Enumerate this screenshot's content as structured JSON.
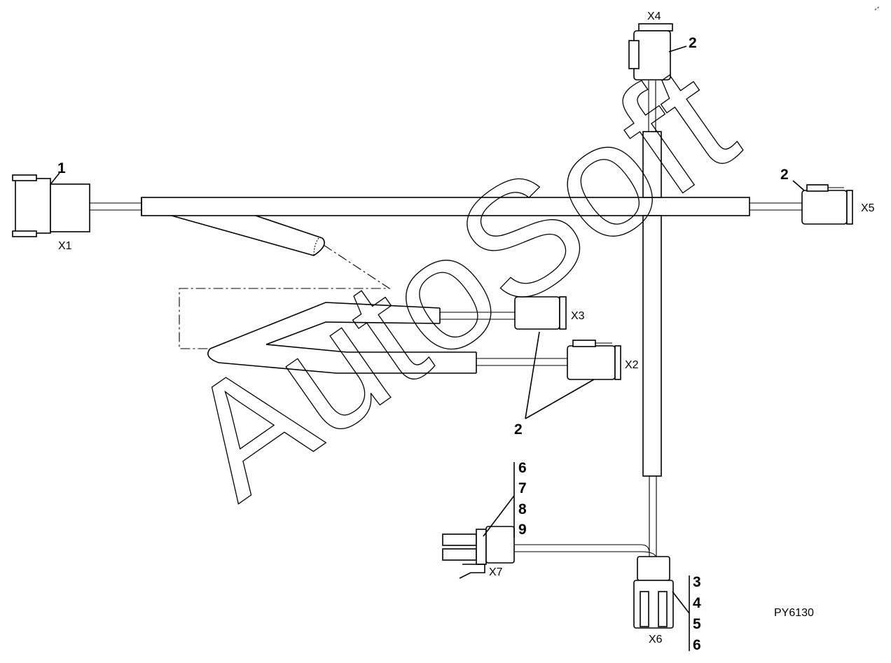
{
  "connectors": {
    "x1": "X1",
    "x2": "X2",
    "x3": "X3",
    "x4": "X4",
    "x5": "X5",
    "x6": "X6",
    "x7": "X7"
  },
  "callouts": {
    "c1": "1",
    "c2_x4": "2",
    "c2_x5": "2",
    "c2_x2x3": "2",
    "x7_group": [
      "6",
      "7",
      "8",
      "9"
    ],
    "x6_group": [
      "3",
      "4",
      "5",
      "6"
    ]
  },
  "figure_id": "PY6130",
  "watermark": "AutoSoft",
  "corner_mark": "‴ ‴"
}
